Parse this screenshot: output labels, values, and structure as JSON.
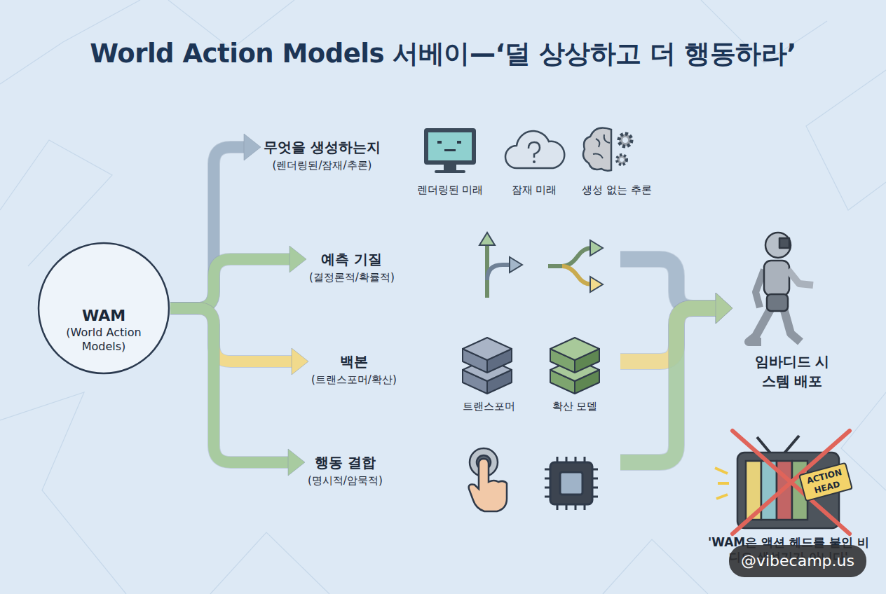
{
  "diagram": {
    "title": "World Action Models 서베이—‘덜 상상하고 더 행동하라’",
    "nodes": [
      {
        "text": [
          "WAM",
          "(World Action Models)"
        ]
      },
      {
        "text": [
          "무엇을 생성하는지",
          "(렌더링된/잠재/추론)"
        ]
      },
      {
        "text": [
          "예측 기질",
          "(결정론적/확률적)"
        ]
      },
      {
        "text": [
          "백본",
          "(트랜스포머/확산)"
        ]
      },
      {
        "text": [
          "행동 결합",
          "(명시적/암묵적)"
        ]
      },
      {
        "text": [
          "임바디드 시스템 배포"
        ]
      }
    ],
    "edges": [
      {
        "from": 0,
        "to": 1,
        "arrow": "to"
      },
      {
        "from": 0,
        "to": 2,
        "arrow": "to"
      },
      {
        "from": 0,
        "to": 3,
        "arrow": "to"
      },
      {
        "from": 0,
        "to": 4,
        "arrow": "to"
      },
      {
        "from": 2,
        "to": 5,
        "arrow": "to"
      },
      {
        "from": 3,
        "to": 5,
        "arrow": "to"
      },
      {
        "from": 4,
        "to": 5,
        "arrow": "to"
      }
    ],
    "labels": [
      "렌더링된 미래",
      "잠재 미래",
      "생성 없는 추론",
      "트랜스포머",
      "확산 모델",
      "ACTION HEAD",
      "'WAM은 액션 헤드를 붙인 비디오 생성기가 아니다'",
      "@vibecamp.us"
    ]
  }
}
